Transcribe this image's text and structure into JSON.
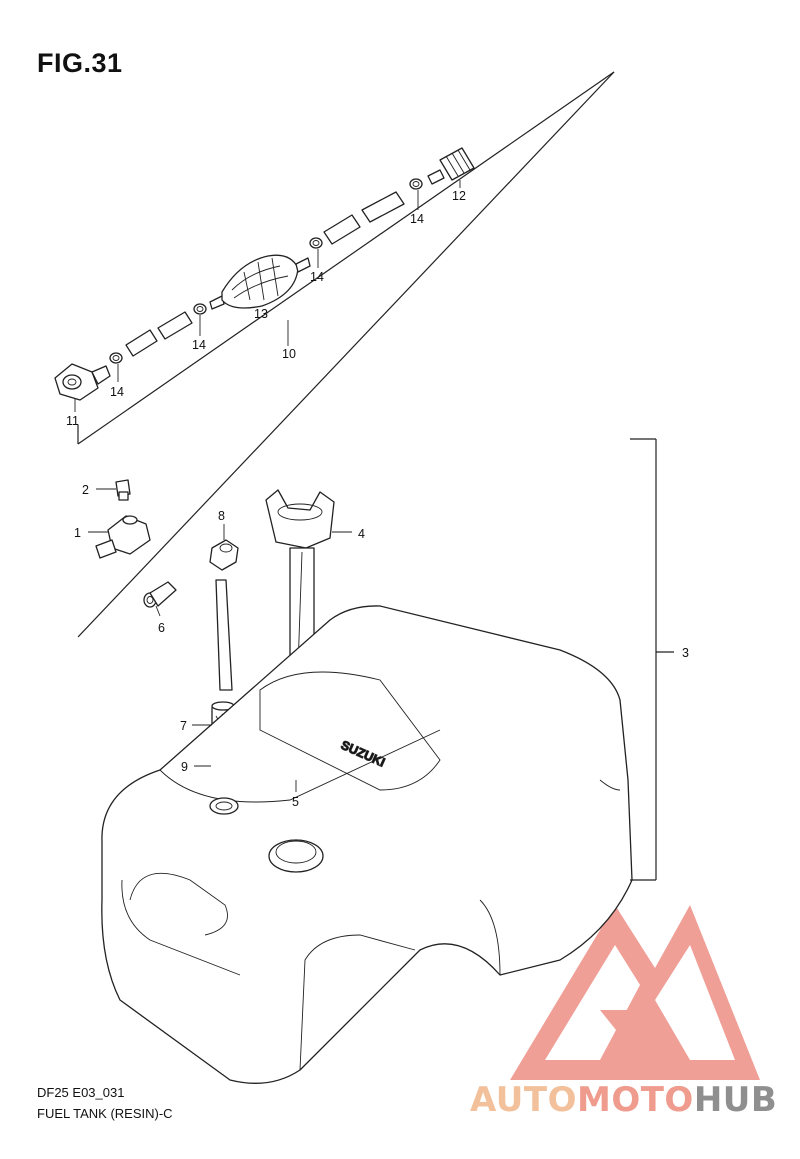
{
  "figure": {
    "title": "FIG.31",
    "model_code": "DF25 E03_031",
    "caption": "FUEL TANK (RESIN)-C"
  },
  "callouts": {
    "c1": "1",
    "c2": "2",
    "c3": "3",
    "c4": "4",
    "c5": "5",
    "c6": "6",
    "c7": "7",
    "c8": "8",
    "c9": "9",
    "c10": "10",
    "c11": "11",
    "c12": "12",
    "c13": "13",
    "c14a": "14",
    "c14b": "14",
    "c14c": "14",
    "c14d": "14",
    "tank_emboss": "SUZUKI"
  },
  "watermark": {
    "part_a": "AUTO",
    "part_b": "MOTO",
    "part_c": "HUB",
    "color_a": "#f2c09a",
    "color_b": "#ef9c8f",
    "color_c": "#8f8f8f",
    "logo_color": "#ee8f86"
  }
}
